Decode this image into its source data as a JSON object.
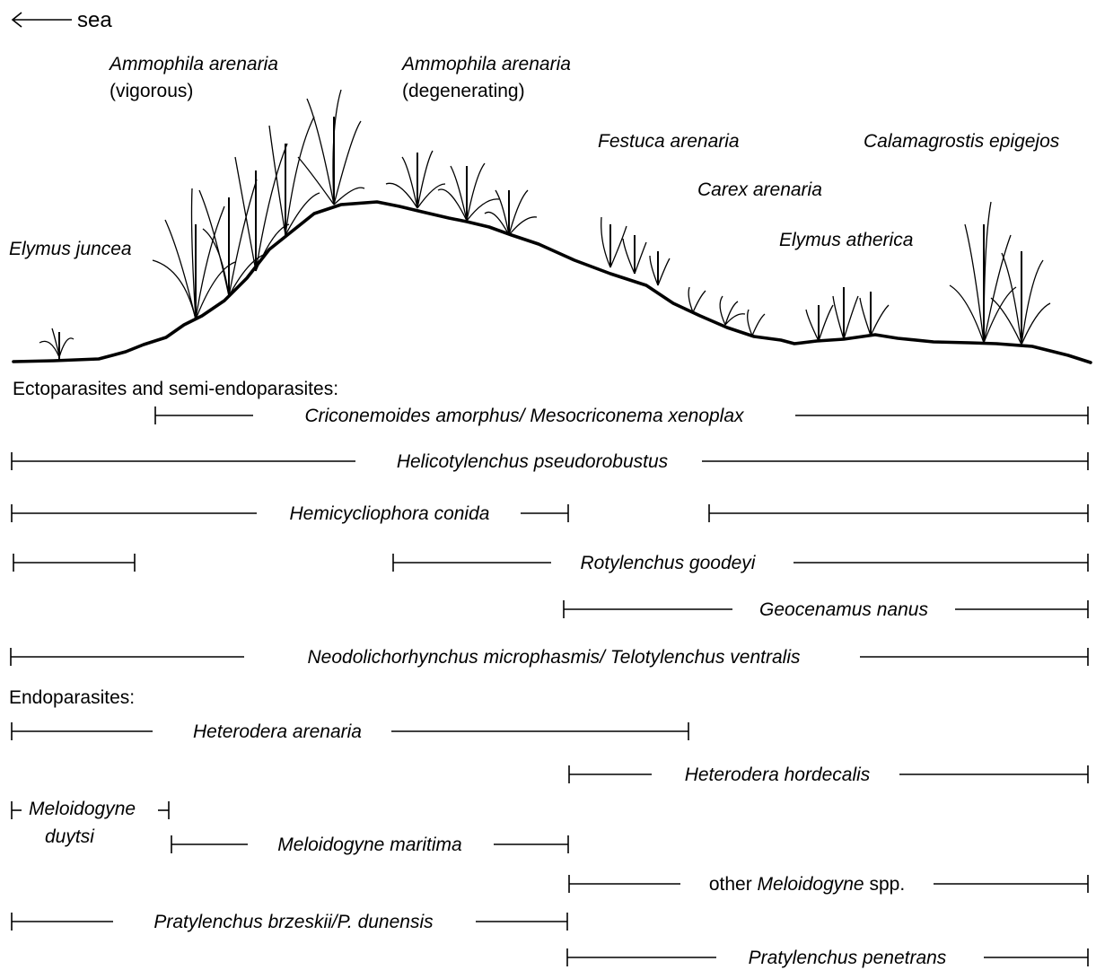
{
  "sea": {
    "label": "sea",
    "arrow_icon": "left-arrow-icon"
  },
  "plants": {
    "ammophila_vigorous": {
      "name": "Ammophila arenaria",
      "note": "(vigorous)"
    },
    "ammophila_degenerating": {
      "name": "Ammophila arenaria",
      "note": "(degenerating)"
    },
    "festuca": "Festuca arenaria",
    "calamagrostis": "Calamagrostis epigejos",
    "carex": "Carex arenaria",
    "elymus_juncea": "Elymus juncea",
    "elymus_atherica": "Elymus atherica"
  },
  "sections": {
    "ecto": "Ectoparasites and semi-endoparasites:",
    "endo": "Endoparasites:"
  },
  "nematodes": {
    "criconemoides": "Criconemoides amorphus/ Mesocriconema xenoplax",
    "helicotylenchus": "Helicotylenchus pseudorobustus",
    "hemicycliophora": "Hemicycliophora conida",
    "rotylenchus": "Rotylenchus goodeyi",
    "geocenamus": "Geocenamus nanus",
    "neodolichorhynchus": "Neodolichorhynchus microphasmis/ Telotylenchus ventralis",
    "heterodera_arenaria": "Heterodera arenaria",
    "heterodera_hordecalis": "Heterodera hordecalis",
    "meloidogyne_duytsi_1": "Meloidogyne",
    "meloidogyne_duytsi_2": "duytsi",
    "meloidogyne_maritima": "Meloidogyne maritima",
    "other_meloidogyne_pre": "other ",
    "other_meloidogyne_it": "Meloidogyne",
    "other_meloidogyne_post": " spp.",
    "pratylenchus_brzeskii": "Pratylenchus brzeskii/P. dunensis",
    "pratylenchus_penetrans": "Pratylenchus penetrans"
  }
}
